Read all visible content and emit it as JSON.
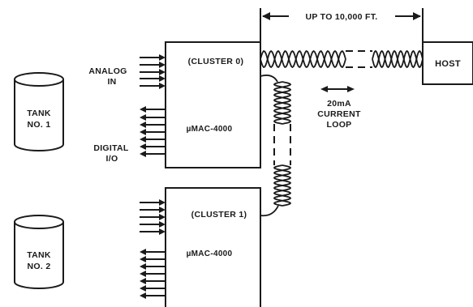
{
  "labels": {
    "distance": "UP TO 10,000 FT.",
    "analog_in_line1": "ANALOG",
    "analog_in_line2": "IN",
    "digital_io_line1": "DIGITAL",
    "digital_io_line2": "I/O",
    "current_loop_line1": "20mA",
    "current_loop_line2": "CURRENT",
    "current_loop_line3": "LOOP"
  },
  "host": {
    "label": "HOST"
  },
  "tanks": [
    {
      "line1": "TANK",
      "line2": "NO. 1"
    },
    {
      "line1": "TANK",
      "line2": "NO. 2"
    }
  ],
  "controllers": [
    {
      "cluster": "(CLUSTER 0)",
      "model": "µMAC-4000"
    },
    {
      "cluster": "(CLUSTER 1)",
      "model": "µMAC-4000"
    }
  ]
}
